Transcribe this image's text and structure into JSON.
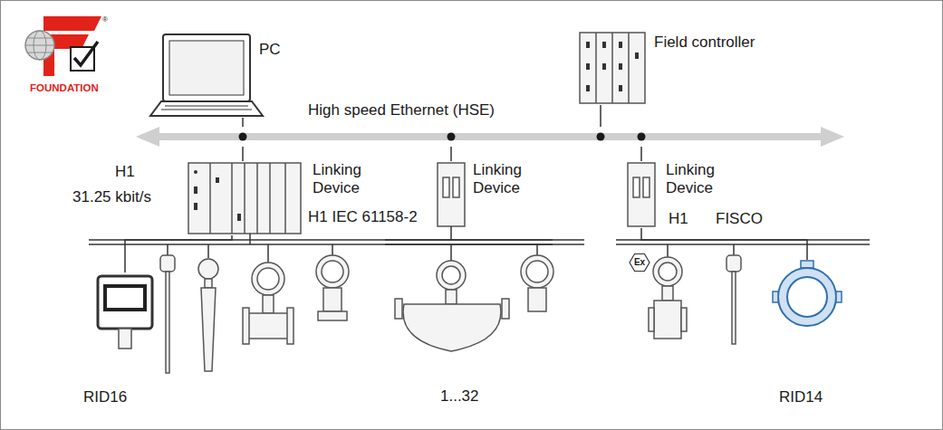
{
  "diagram": {
    "nodes": [
      {
        "text": [
          "PC"
        ]
      },
      {
        "text": [
          "Field controller"
        ]
      },
      {
        "text": [
          "High speed Ethernet (HSE)"
        ]
      },
      {
        "text": [
          "Linking Device"
        ]
      },
      {
        "text": [
          "Linking Device"
        ]
      },
      {
        "text": [
          "Linking Device"
        ]
      },
      {
        "text": [
          "RID16"
        ]
      },
      {
        "text": [
          "RID14"
        ]
      }
    ],
    "edges": [
      {
        "from": 0,
        "to": 2,
        "arrow": "none"
      },
      {
        "from": 2,
        "to": 3,
        "arrow": "none"
      },
      {
        "from": 1,
        "to": 2,
        "arrow": "none"
      },
      {
        "from": 2,
        "to": 4,
        "arrow": "none"
      },
      {
        "from": 2,
        "to": 5,
        "arrow": "none"
      },
      {
        "from": 3,
        "to": 6,
        "arrow": "none"
      },
      {
        "from": 5,
        "to": 7,
        "arrow": "none"
      }
    ],
    "labels": [
      "FOUNDATION",
      "®",
      "H1",
      "31.25 kbit/s",
      "H1 IEC 61158-2",
      "1...32",
      "Ex",
      "H1",
      "FISCO"
    ]
  }
}
